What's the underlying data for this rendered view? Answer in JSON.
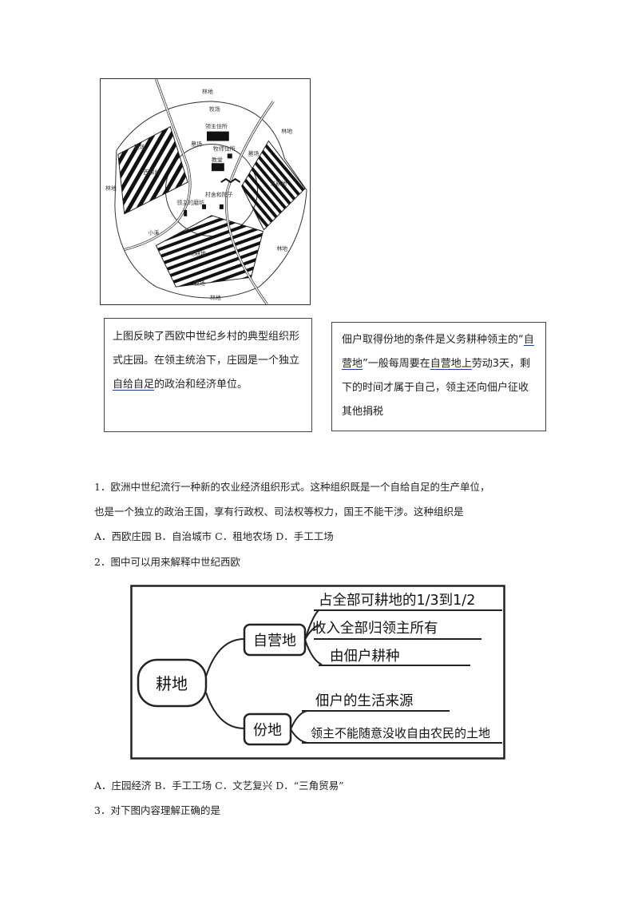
{
  "map": {
    "labels": {
      "forest_top": "林地",
      "pasture_top": "牧场",
      "forest_right": "林地",
      "lord_residence": "领主住所",
      "priest_residence": "牧师住所",
      "church": "教堂",
      "graveyard_left": "墓场",
      "graveyard_right": "墓场",
      "pasture_left": "牧场",
      "west_field": "西耕地",
      "forest_left": "林地",
      "east_field": "东耕地",
      "village_yard": "村舍和院子",
      "lord_mill": "领主的磨坊",
      "creek": "小溪",
      "forest_right_low": "林地",
      "south_field": "南耕地",
      "pasture_bottom": "牧场",
      "forest_bottom": "林地"
    }
  },
  "box1": {
    "part1": "上图反映了西欧中世纪乡村的典型组织形式庄园。在领主统治下，庄园是一个独立",
    "part2": "自给自足",
    "part3": "的政治和经济单位。"
  },
  "box2": {
    "part1": "佃户取得份地的条件是义务耕种领主的“",
    "part2": "自营地",
    "part3": "”一般每周要在",
    "part4": "自营地上",
    "part5": "劳动3天，剩下的时间才属于自己，领主还向佃户征收其他捐税"
  },
  "q1": {
    "line1": "1．欧洲中世纪流行一种新的农业经济组织形式。这种组织既是一个自给自足的生产单位，",
    "line2": "也是一个独立的政治王国，享有行政权、司法权等权力，国王不能干涉。这种组织是",
    "options": "A．西欧庄园 B．自治城市 C．租地农场 D．手工工场"
  },
  "q2": {
    "stem": "2．图中可以用来解释中世纪西欧",
    "options": "A．庄园经济 B．手工工场 C．文艺复兴 D．“三角贸易”"
  },
  "q3": {
    "stem": "3．对下图内容理解正确的是"
  },
  "mindmap": {
    "root": "耕地",
    "branch1": "自营地",
    "branch1_items": [
      "占全部可耕地的1/3到1/2",
      "收入全部归领主所有",
      "由佃户耕种"
    ],
    "branch2": "份地",
    "branch2_items": [
      "佃户的生活来源",
      "领主不能随意没收自由农民的土地"
    ]
  }
}
